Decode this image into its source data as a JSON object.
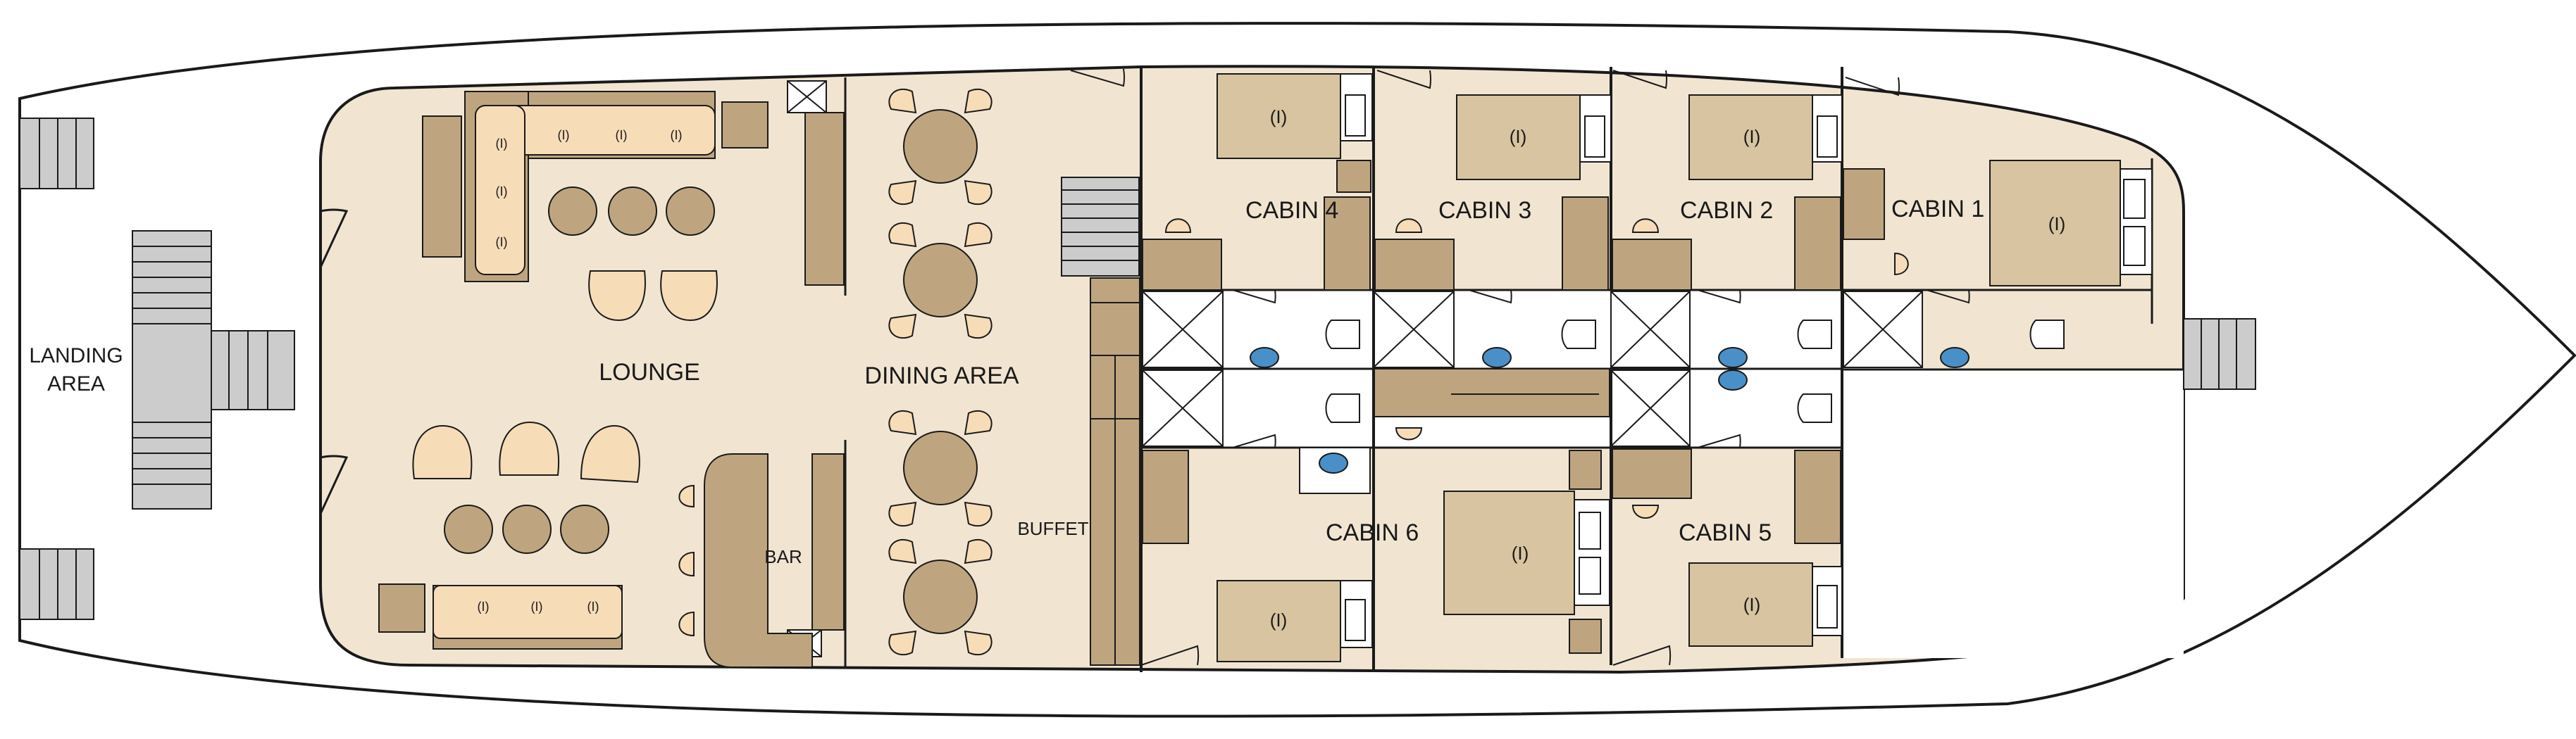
{
  "labels": {
    "landing_line1": "LANDING",
    "landing_line2": "AREA",
    "lounge": "LOUNGE",
    "dining": "DINING AREA",
    "bar": "BAR",
    "buffet": "BUFFET",
    "cabin1": "CABIN 1",
    "cabin2": "CABIN 2",
    "cabin3": "CABIN 3",
    "cabin4": "CABIN 4",
    "cabin5": "CABIN 5",
    "cabin6": "CABIN 6"
  },
  "bed_mark": "(I)",
  "seat_mark": "(I)",
  "colors": {
    "floor": "#f1e5d2",
    "furniture": "#bfa57f",
    "bed": "#d8c4a0",
    "chair": "#f7dcb8",
    "table": "#bfa57f",
    "stairs": "#cccccc",
    "outline": "#1a1a1a",
    "bath_accent": "#4a90c8"
  }
}
